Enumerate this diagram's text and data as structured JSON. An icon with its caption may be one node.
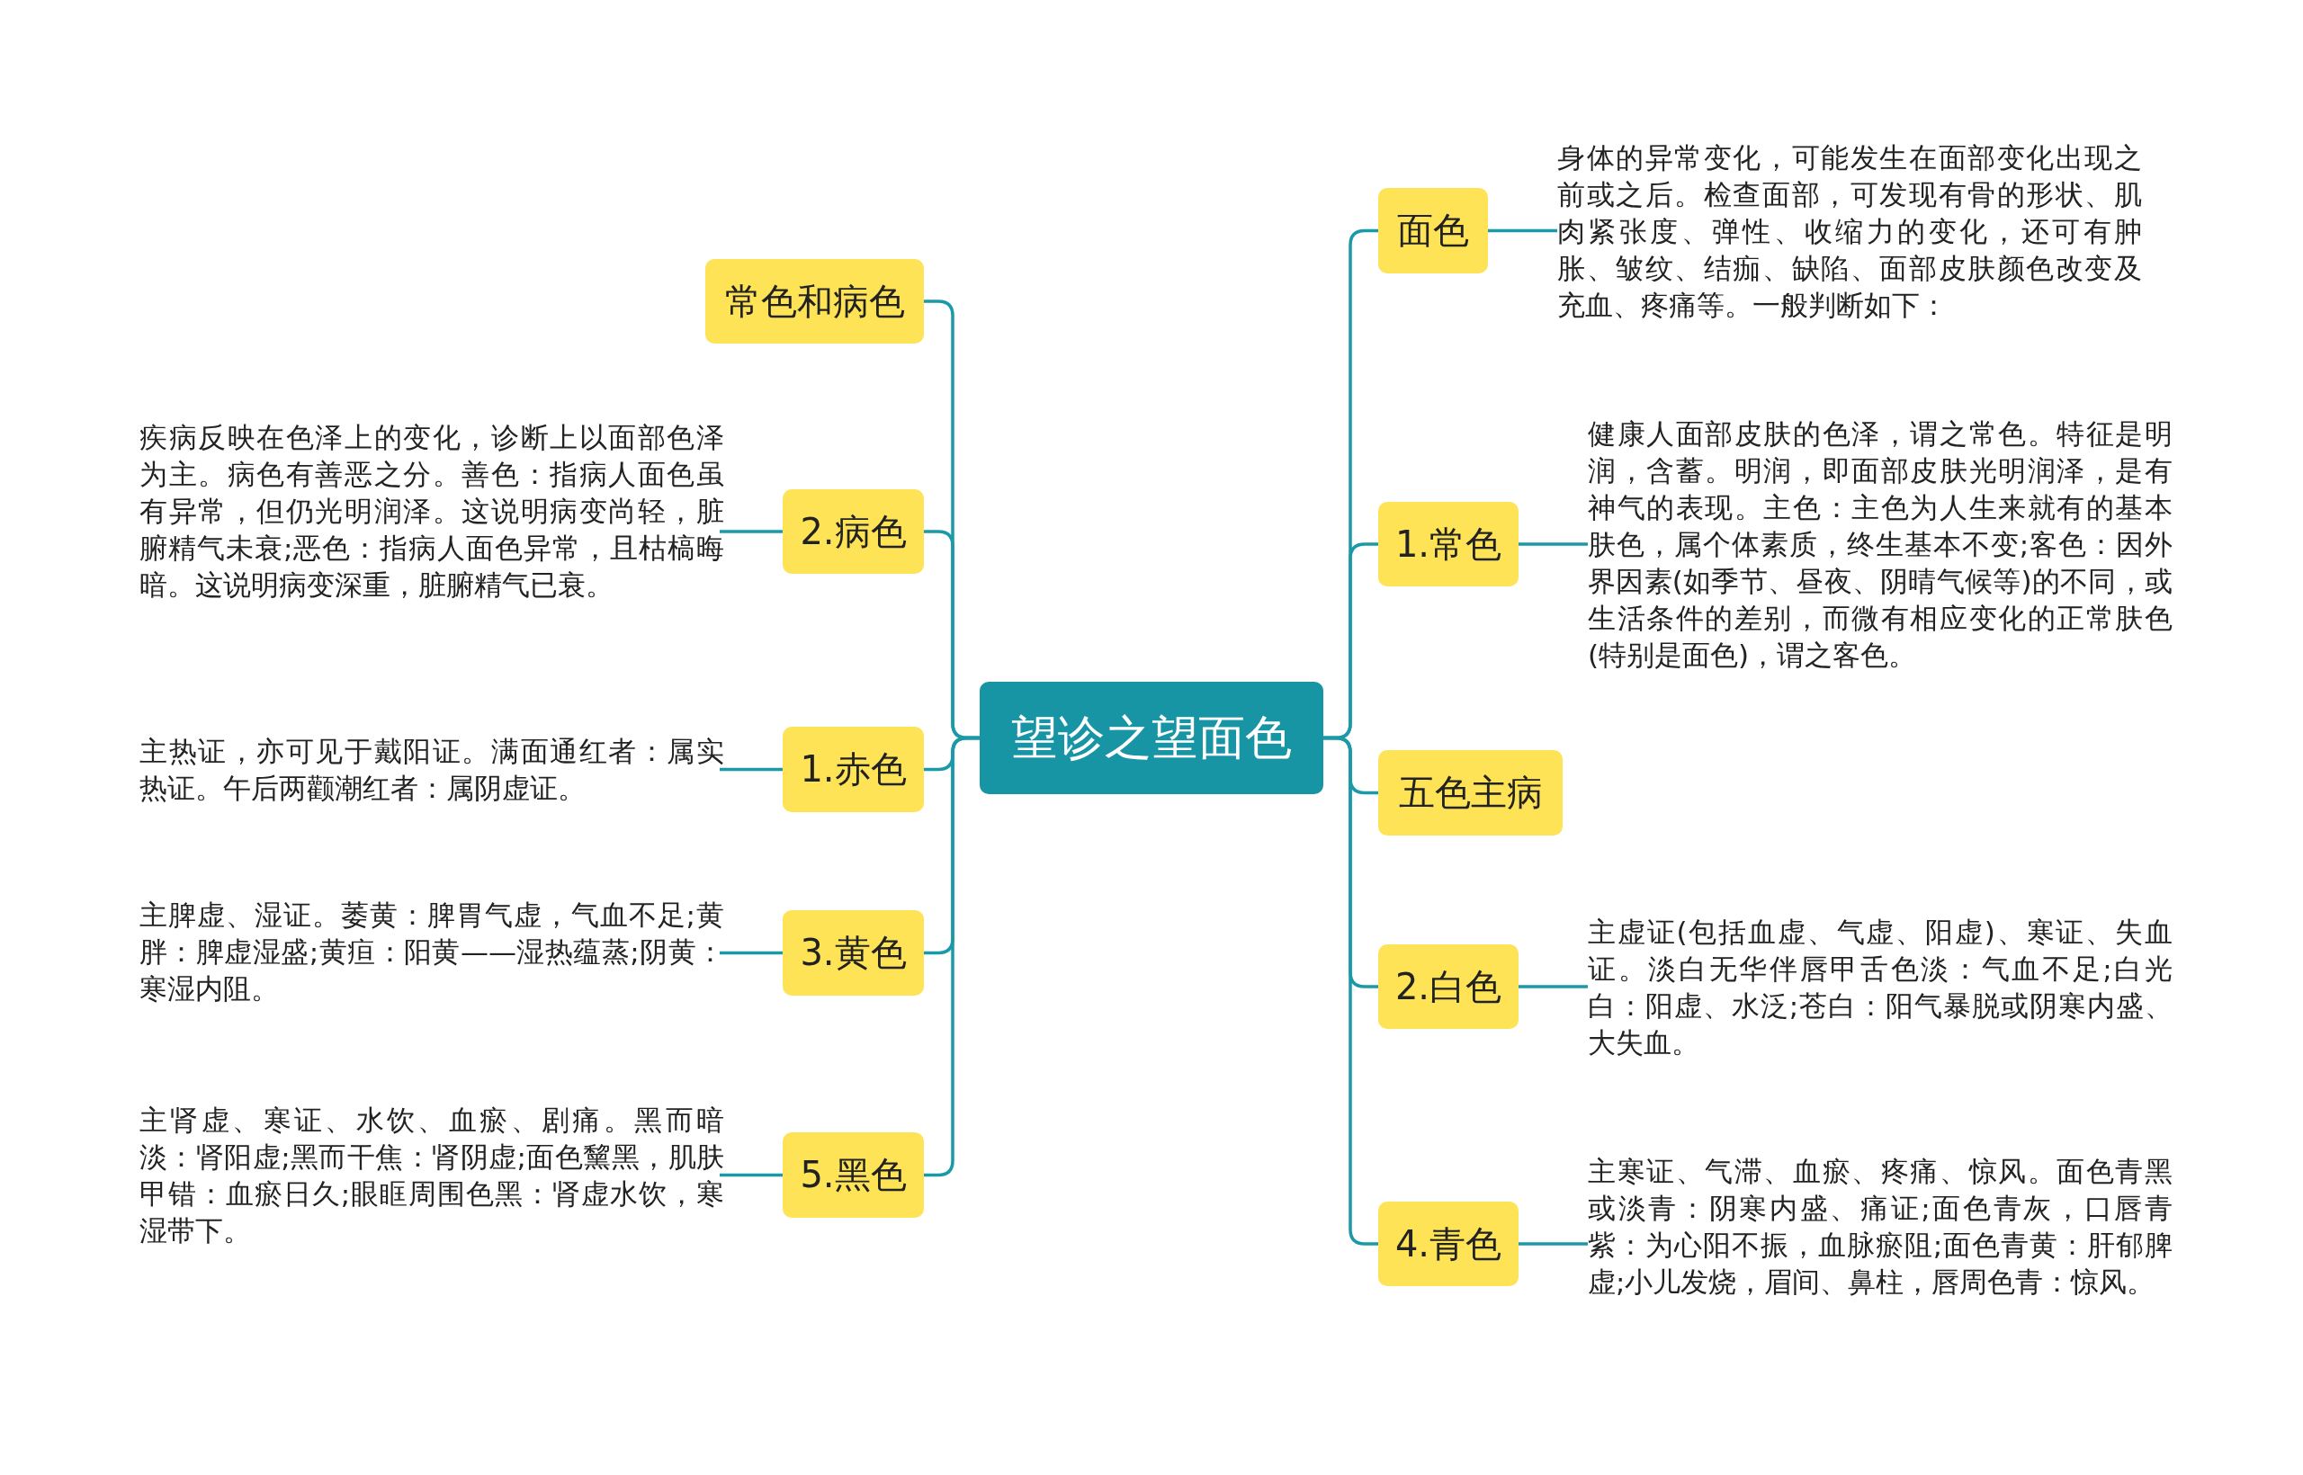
{
  "diagram": {
    "nodes": [
      {
        "text": [
          "望诊之望面色"
        ]
      },
      {
        "text": [
          "面色"
        ]
      },
      {
        "text": [
          "身体的异常变化，可能发生在面部变化出现之前或之后。检查面部，可发现有骨的形状、肌肉紧张度、弹性、收缩力的变化，还可有肿胀、皱纹、结痂、缺陷、面部皮肤颜色改变及充血、疼痛等。一般判断如下："
        ]
      },
      {
        "text": [
          "1.常色"
        ]
      },
      {
        "text": [
          "健康人面部皮肤的色泽，谓之常色。特征是明润，含蓄。明润，即面部皮肤光明润泽，是有神气的表现。主色：主色为人生来就有的基本肤色，属个体素质，终生基本不变;客色：因外界因素(如季节、昼夜、阴晴气候等)的不同，或生活条件的差别，而微有相应变化的正常肤色(特别是面色)，谓之客色。"
        ]
      },
      {
        "text": [
          "五色主病"
        ]
      },
      {
        "text": [
          "2.白色"
        ]
      },
      {
        "text": [
          "主虚证(包括血虚、气虚、阳虚)、寒证、失血证。淡白无华伴唇甲舌色淡：气血不足;白光白：阳虚、水泛;苍白：阳气暴脱或阴寒内盛、大失血。"
        ]
      },
      {
        "text": [
          "4.青色"
        ]
      },
      {
        "text": [
          "主寒证、气滞、血瘀、疼痛、惊风。面色青黑或淡青：阴寒内盛、痛证;面色青灰，口唇青紫：为心阳不振，血脉瘀阻;面色青黄：肝郁脾虚;小儿发烧，眉间、鼻柱，唇周色青：惊风。"
        ]
      },
      {
        "text": [
          "常色和病色"
        ]
      },
      {
        "text": [
          "2.病色"
        ]
      },
      {
        "text": [
          "疾病反映在色泽上的变化，诊断上以面部色泽为主。病色有善恶之分。善色：指病人面色虽有异常，但仍光明润泽。这说明病变尚轻，脏腑精气未衰;恶色：指病人面色异常，且枯槁晦暗。这说明病变深重，脏腑精气已衰。"
        ]
      },
      {
        "text": [
          "1.赤色"
        ]
      },
      {
        "text": [
          "主热证，亦可见于戴阳证。满面通红者：属实热证。午后两颧潮红者：属阴虚证。"
        ]
      },
      {
        "text": [
          "3.黄色"
        ]
      },
      {
        "text": [
          "主脾虚、湿证。萎黄：脾胃气虚，气血不足;黄胖：脾虚湿盛;黄疸：阳黄——湿热蕴蒸;阴黄：寒湿内阻。"
        ]
      },
      {
        "text": [
          "5.黑色"
        ]
      },
      {
        "text": [
          "主肾虚、寒证、水饮、血瘀、剧痛。黑而暗淡：肾阳虚;黑而干焦：肾阴虚;面色黧黑，肌肤甲错：血瘀日久;眼眶周围色黑：肾虚水饮，寒湿带下。"
        ]
      }
    ],
    "edges": [
      {
        "from": 0,
        "to": 1,
        "arrow": "none"
      },
      {
        "from": 1,
        "to": 2,
        "arrow": "none"
      },
      {
        "from": 0,
        "to": 3,
        "arrow": "none"
      },
      {
        "from": 3,
        "to": 4,
        "arrow": "none"
      },
      {
        "from": 0,
        "to": 5,
        "arrow": "none"
      },
      {
        "from": 0,
        "to": 6,
        "arrow": "none"
      },
      {
        "from": 6,
        "to": 7,
        "arrow": "none"
      },
      {
        "from": 0,
        "to": 8,
        "arrow": "none"
      },
      {
        "from": 8,
        "to": 9,
        "arrow": "none"
      },
      {
        "from": 0,
        "to": 10,
        "arrow": "none"
      },
      {
        "from": 0,
        "to": 11,
        "arrow": "none"
      },
      {
        "from": 11,
        "to": 12,
        "arrow": "none"
      },
      {
        "from": 0,
        "to": 13,
        "arrow": "none"
      },
      {
        "from": 13,
        "to": 14,
        "arrow": "none"
      },
      {
        "from": 0,
        "to": 15,
        "arrow": "none"
      },
      {
        "from": 15,
        "to": 16,
        "arrow": "none"
      },
      {
        "from": 0,
        "to": 17,
        "arrow": "none"
      },
      {
        "from": 17,
        "to": 18,
        "arrow": "none"
      }
    ]
  }
}
